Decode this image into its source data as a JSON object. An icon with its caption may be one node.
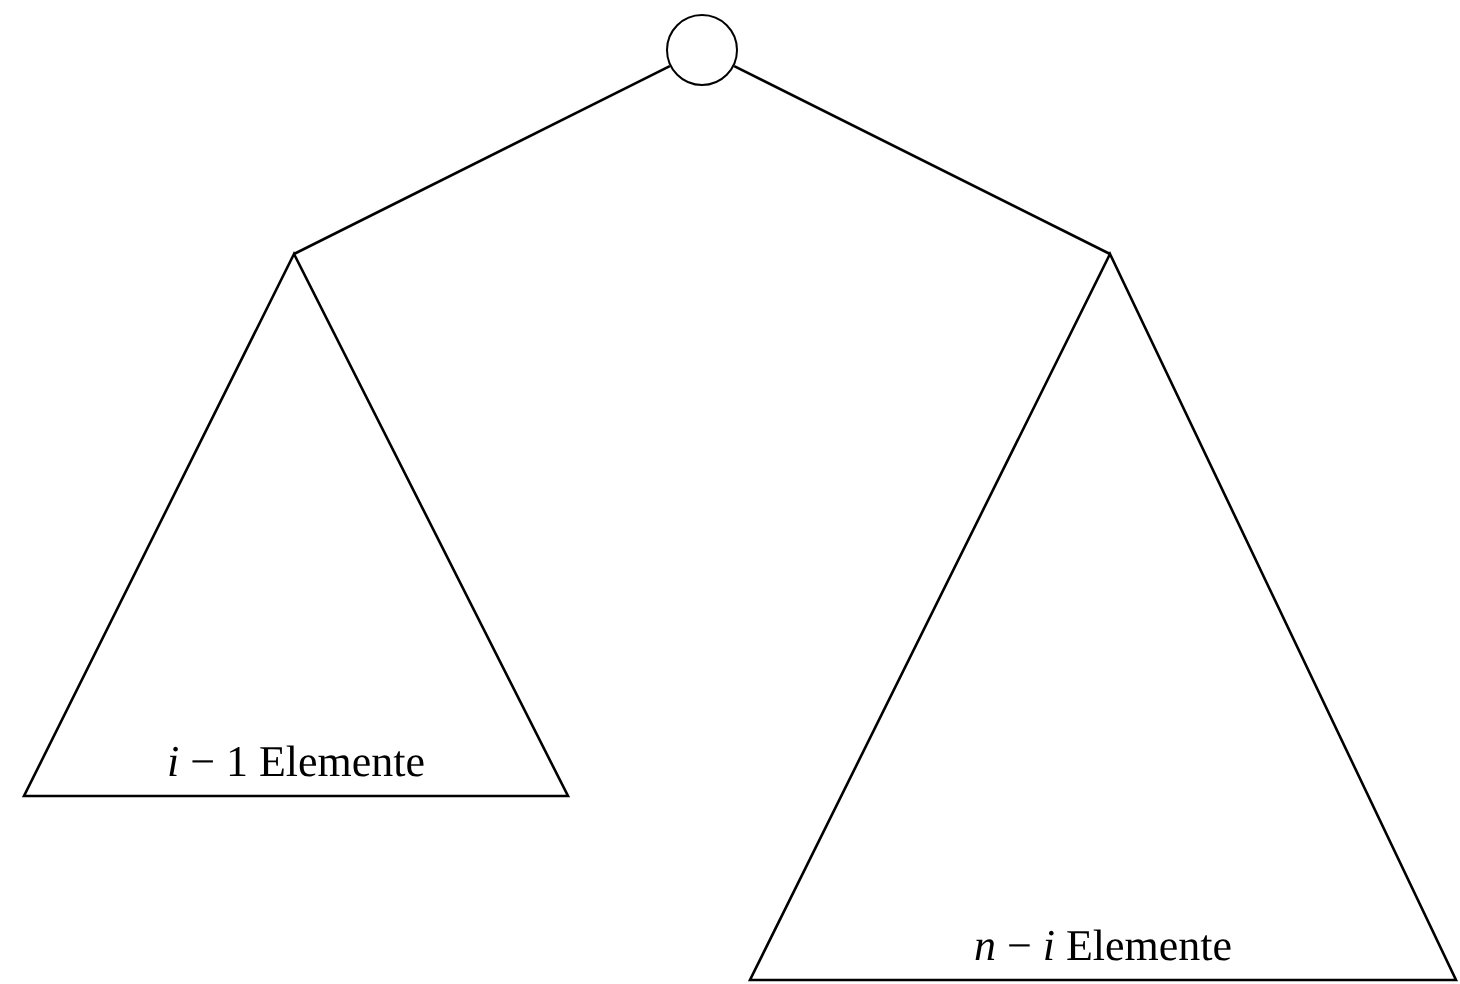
{
  "diagram": {
    "nodes": [
      {
        "text": [],
        "shape": "circle"
      },
      {
        "text": [
          "*i* − 1 Elemente"
        ]
      },
      {
        "text": [
          "*n* − *i* Elemente"
        ]
      }
    ],
    "edges": [
      {
        "from": 0,
        "to": 1,
        "arrow": "none"
      },
      {
        "from": 0,
        "to": 2,
        "arrow": "none"
      }
    ]
  }
}
